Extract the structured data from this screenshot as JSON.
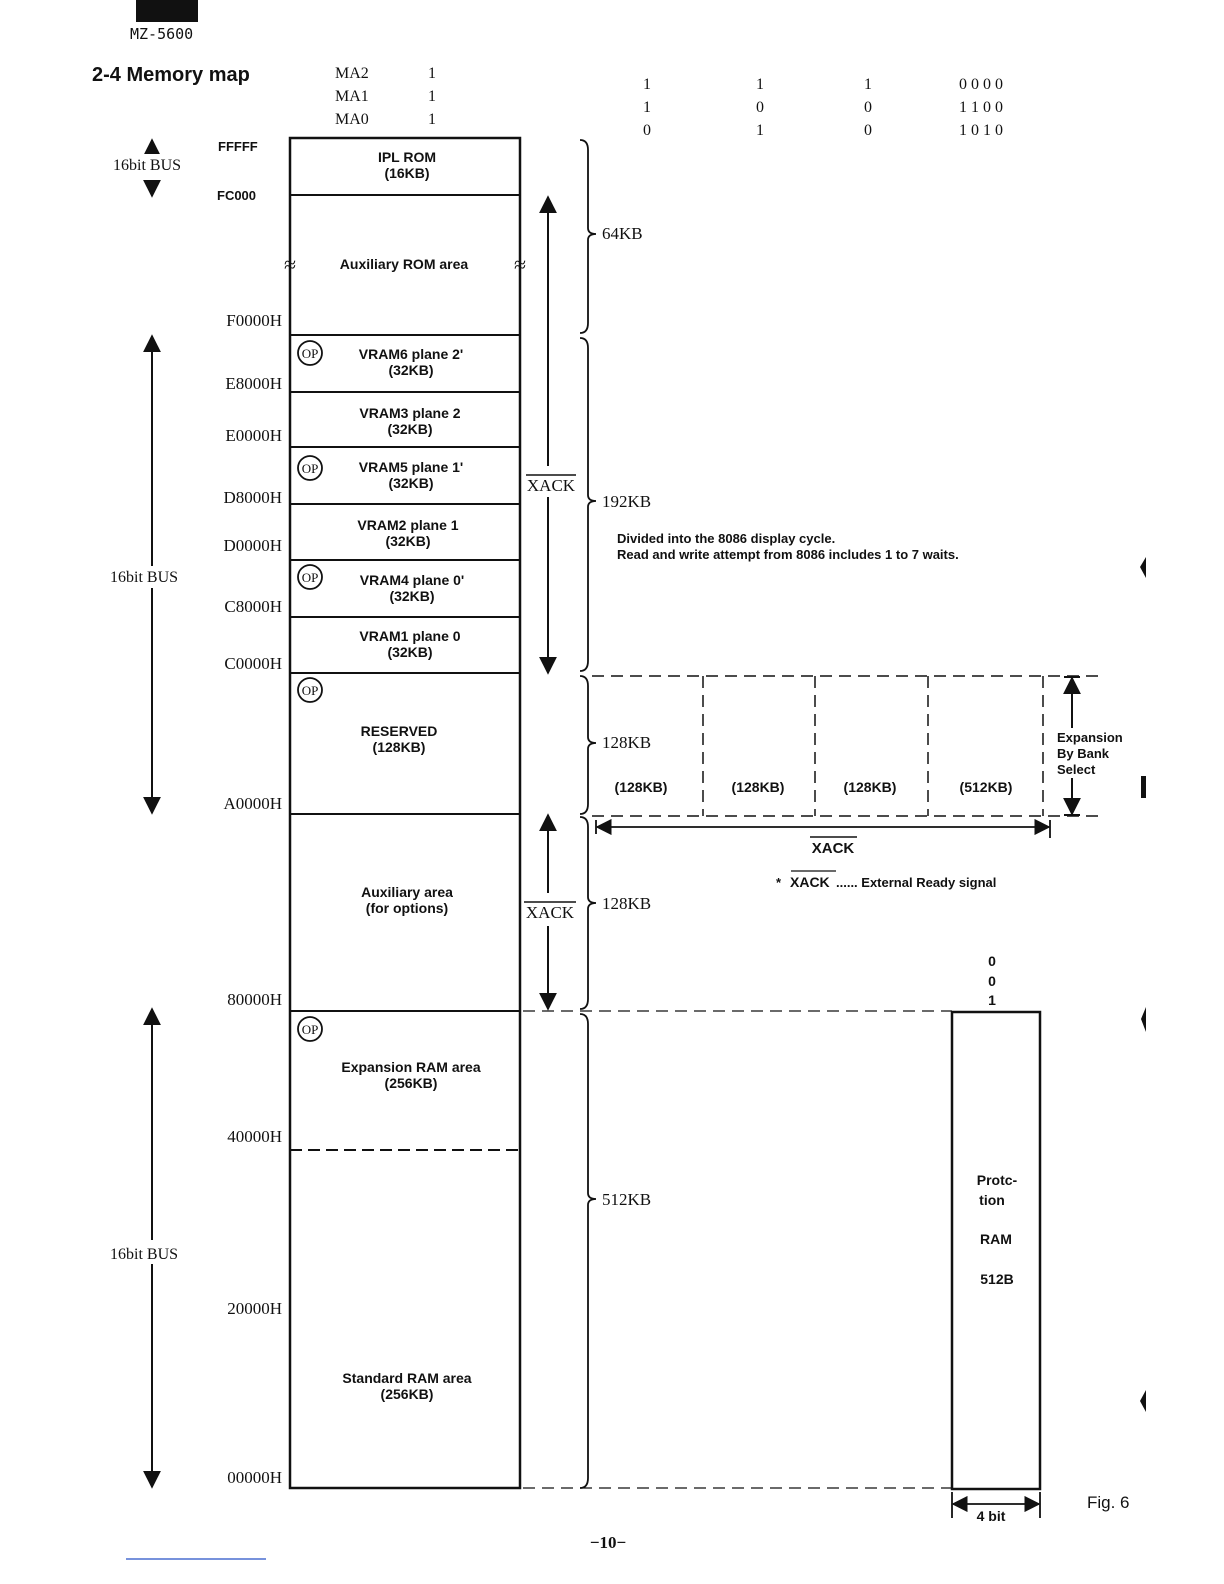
{
  "header": {
    "model": "MZ-5600",
    "section_title": "2-4 Memory map"
  },
  "ma_rows": [
    {
      "label": "MA2",
      "values": [
        "1",
        "1",
        "1",
        "1",
        "0 0 0 0"
      ]
    },
    {
      "label": "MA1",
      "values": [
        "1",
        "1",
        "0",
        "0",
        "1 1 0 0"
      ]
    },
    {
      "label": "MA0",
      "values": [
        "1",
        "0",
        "1",
        "0",
        "1 0 1 0"
      ]
    }
  ],
  "blocks": [
    {
      "name": "IPL ROM",
      "size": "(16KB)",
      "op": false
    },
    {
      "name": "Auxiliary ROM area",
      "size": "",
      "op": false
    },
    {
      "name": "VRAM6 plane 2'",
      "size": "(32KB)",
      "op": true
    },
    {
      "name": "VRAM3 plane 2",
      "size": "(32KB)",
      "op": false
    },
    {
      "name": "VRAM5 plane 1'",
      "size": "(32KB)",
      "op": true
    },
    {
      "name": "VRAM2 plane 1",
      "size": "(32KB)",
      "op": false
    },
    {
      "name": "VRAM4 plane 0'",
      "size": "(32KB)",
      "op": true
    },
    {
      "name": "VRAM1 plane 0",
      "size": "(32KB)",
      "op": false
    },
    {
      "name": "RESERVED",
      "size": "(128KB)",
      "op": true
    },
    {
      "name": "Auxiliary area",
      "size": "(for options)",
      "op": false
    },
    {
      "name": "Expansion RAM area",
      "size": "(256KB)",
      "op": true
    },
    {
      "name": "Standard RAM area",
      "size": "(256KB)",
      "op": false
    }
  ],
  "op_mark": "OP",
  "addresses": [
    "FFFFF",
    "FC000",
    "F0000H",
    "E8000H",
    "E0000H",
    "D8000H",
    "D0000H",
    "C8000H",
    "C0000H",
    "A0000H",
    "80000H",
    "40000H",
    "20000H",
    "00000H"
  ],
  "bus_label": "16bit BUS",
  "xack": "XACK",
  "brace_sizes": [
    "64KB",
    "192KB",
    "128KB",
    "128KB",
    "512KB"
  ],
  "display_note": [
    "Divided into the 8086 display cycle.",
    "Read and write attempt from 8086 includes 1 to 7 waits."
  ],
  "bank_sizes": [
    "(128KB)",
    "(128KB)",
    "(128KB)",
    "(512KB)"
  ],
  "expansion_label": [
    "Expansion",
    "By Bank",
    "Select"
  ],
  "xack_note": {
    "prefix": "* ",
    "signal": "XACK",
    "text": " ...... External Ready signal"
  },
  "protection": {
    "bits": [
      "0",
      "0",
      "1"
    ],
    "lines": [
      "Protc-",
      "tion",
      "RAM",
      "512B"
    ],
    "width": "4 bit"
  },
  "fig_label": "Fig. 6",
  "page_number": "−10−"
}
